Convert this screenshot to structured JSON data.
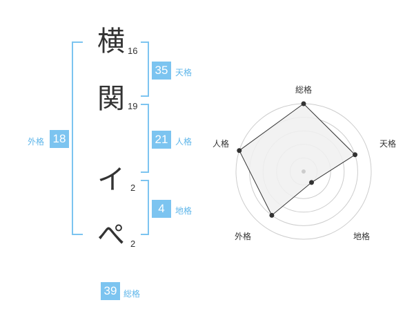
{
  "name": {
    "chars": [
      {
        "char": "横",
        "strokes": "16"
      },
      {
        "char": "関",
        "strokes": "19"
      },
      {
        "char": "イ",
        "strokes": "2"
      },
      {
        "char": "ぺ",
        "strokes": "2"
      }
    ]
  },
  "fortunes": {
    "tenkaku": {
      "value": "35",
      "label": "天格"
    },
    "jinkaku": {
      "value": "21",
      "label": "人格"
    },
    "chikaku": {
      "value": "4",
      "label": "地格"
    },
    "gaikaku": {
      "value": "18",
      "label": "外格"
    },
    "soukaku": {
      "value": "39",
      "label": "総格"
    }
  },
  "radar": {
    "axes": [
      "総格",
      "天格",
      "地格",
      "外格",
      "人格"
    ],
    "levels": 5,
    "scores": [
      5,
      4,
      1,
      4,
      5
    ],
    "line_color": "#333333",
    "fill_color": "#f0f0f0",
    "ring_color": "#cccccc"
  },
  "colors": {
    "accent": "#7cc4f0",
    "label": "#5fb6ea"
  }
}
